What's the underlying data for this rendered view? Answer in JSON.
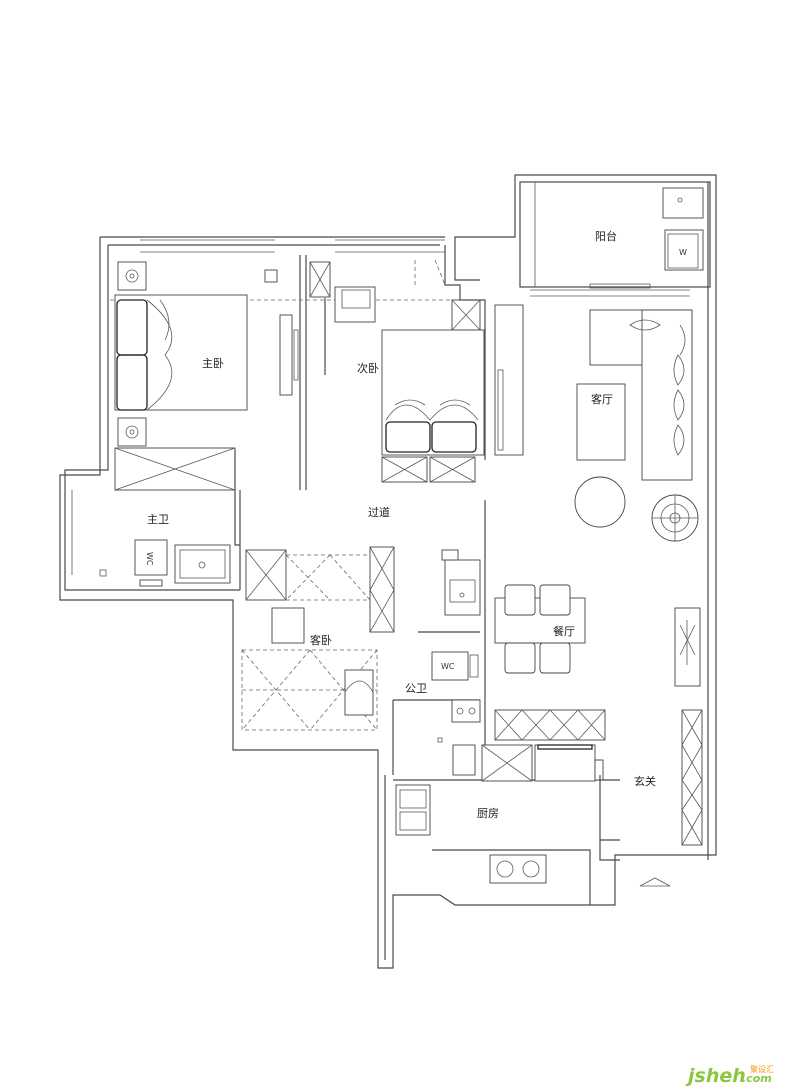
{
  "rooms": {
    "master_bedroom": "主卧",
    "second_bedroom": "次卧",
    "balcony": "阳台",
    "living_room": "客厅",
    "corridor": "过道",
    "master_bath": "主卫",
    "guest_bedroom": "客卧",
    "dining_room": "餐厅",
    "public_bath": "公卫",
    "entrance": "玄关",
    "kitchen": "厨房"
  },
  "fixtures": {
    "wc_master": "WC",
    "wc_public": "WC",
    "washer": "W"
  },
  "watermark": {
    "brand": "jsheh",
    "domain": ".com",
    "cn": "聚设汇"
  },
  "colors": {
    "wall": "#4a4a4a",
    "logo_green": "#8cc63f",
    "logo_orange": "#f39800"
  }
}
